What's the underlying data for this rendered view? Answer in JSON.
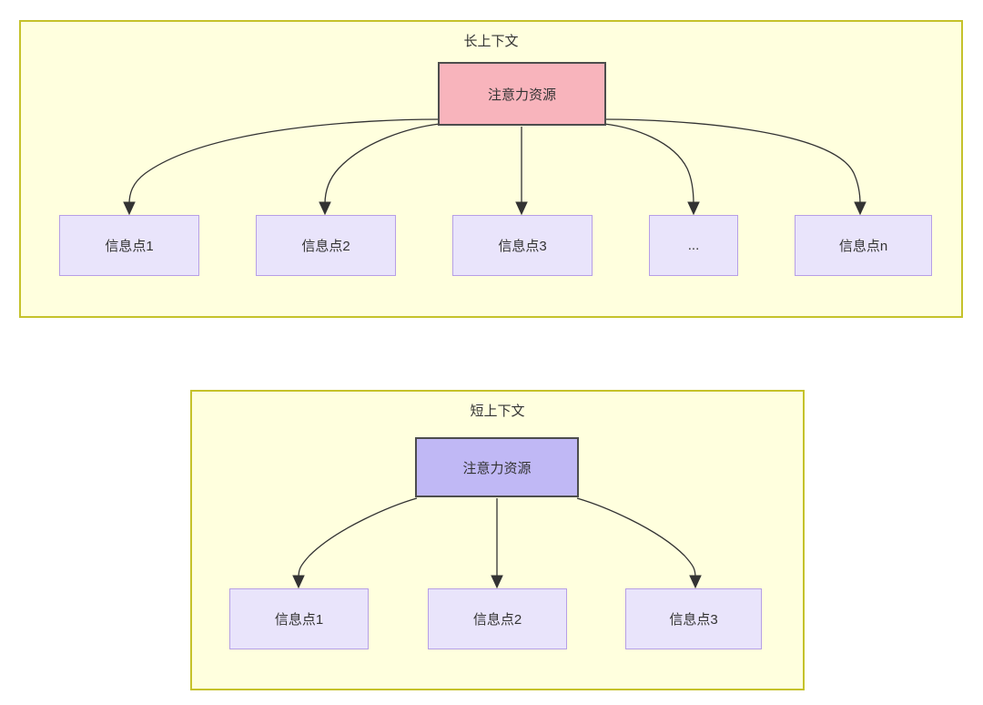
{
  "diagram": {
    "title_long": "长上下文",
    "title_short": "短上下文",
    "long_context": {
      "panel_label": "长上下文",
      "center_node": {
        "label": "注意力资源",
        "fill": "#F8B4BC",
        "border": "#4D4D4D"
      },
      "info_nodes": [
        {
          "label": "信息点1"
        },
        {
          "label": "信息点2"
        },
        {
          "label": "信息点3"
        },
        {
          "label": "..."
        },
        {
          "label": "信息点n"
        }
      ],
      "edge_count": 5
    },
    "short_context": {
      "panel_label": "短上下文",
      "center_node": {
        "label": "注意力资源",
        "fill": "#C0B8F5",
        "border": "#4D4D4D"
      },
      "info_nodes": [
        {
          "label": "信息点1"
        },
        {
          "label": "信息点2"
        },
        {
          "label": "信息点3"
        }
      ],
      "edge_count": 3
    },
    "colors": {
      "panel_fill": "#FFFFDE",
      "panel_border": "#C5C22B",
      "info_fill": "#E9E4FB",
      "info_border": "#B69FE6",
      "edge_stroke": "#333333",
      "text": "#333333"
    }
  }
}
